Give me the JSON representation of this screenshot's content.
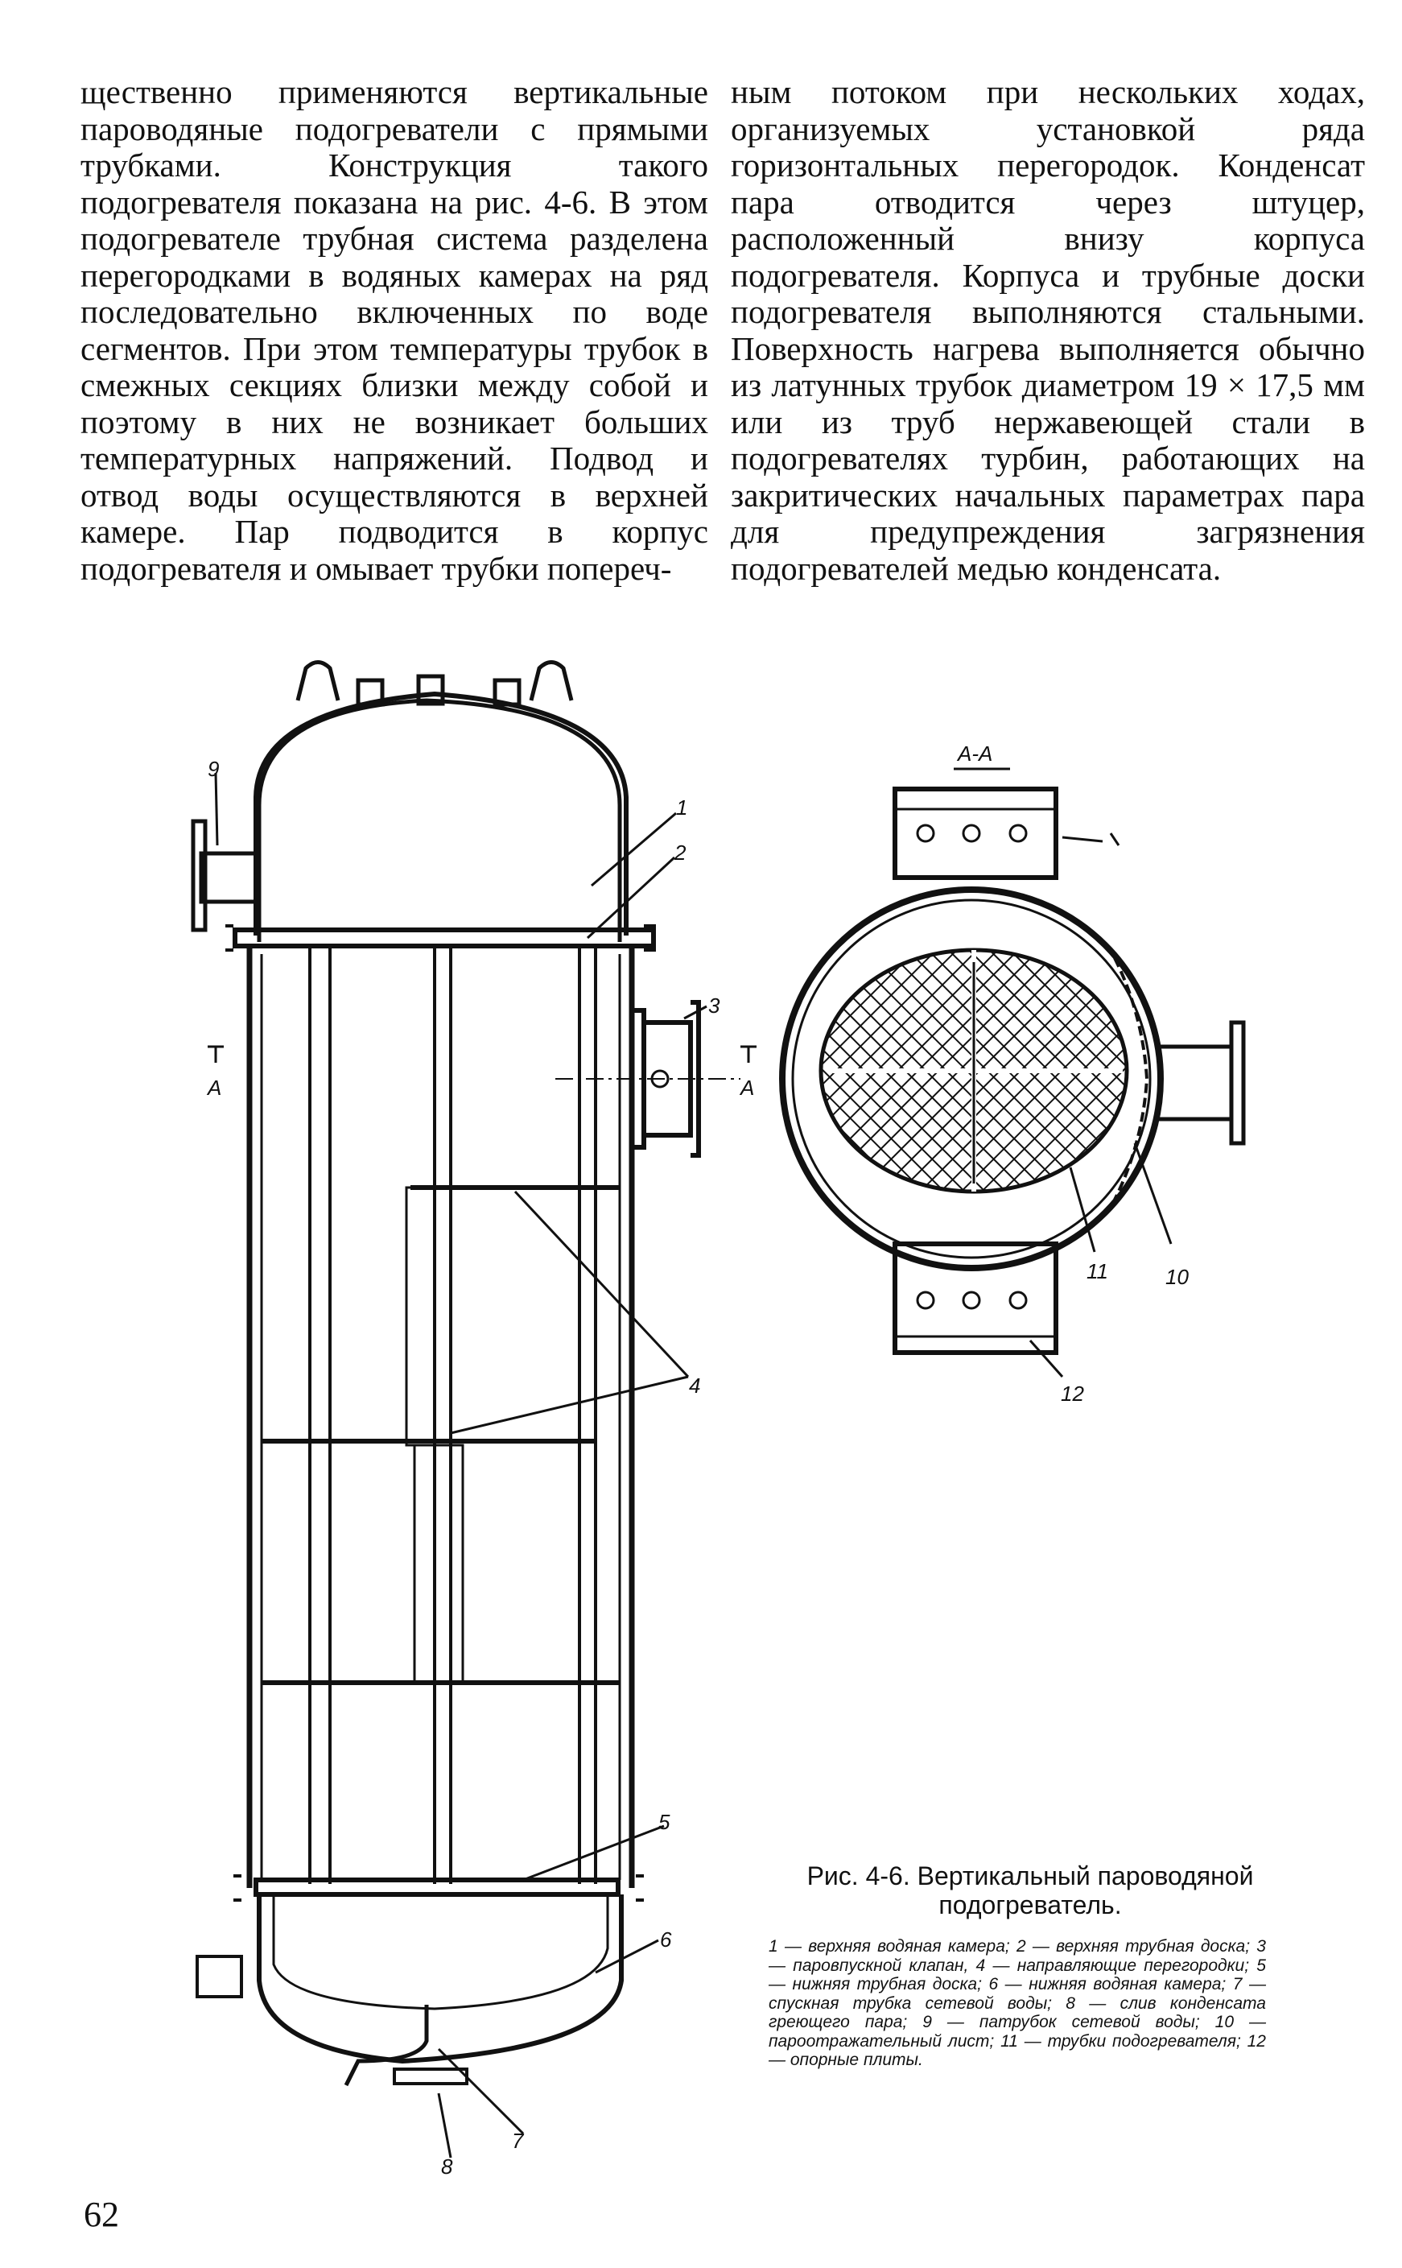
{
  "body_text": {
    "left_column": "щественно применяются вертикальные пароводяные подогреватели с прямыми трубками. Конструкция такого подогревателя показана на рис. 4-6. В этом подогревателе трубная система разделена перегородками в водяных камерах на ряд последовательно включенных по воде сегментов. При этом температуры трубок в смежных секциях близки между собой и поэтому в них не возникает больших температурных напряжений. Подвод и отвод воды осуществляются в верхней камере. Пар подводится в корпус подогревателя и омывает трубки попереч-",
    "right_column": "ным потоком при нескольких ходах, организуемых установкой ряда горизонтальных перегородок. Конденсат пара отводится через штуцер, расположенный внизу корпуса подогревателя. Корпуса и трубные доски подогревателя выполняются стальными. Поверхность нагрева выполняется обычно из латунных трубок диаметром 19 × 17,5 мм или из труб нержавеющей стали в подогревателях турбин, работающих на закритических начальных параметрах пара для предупреждения загрязнения подогревателей медью конденсата."
  },
  "figure": {
    "section_label": "А-А",
    "section_marker": "А",
    "callouts": [
      "1",
      "2",
      "3",
      "4",
      "5",
      "6",
      "7",
      "8",
      "9",
      "10",
      "11",
      "12"
    ],
    "caption": "Рис. 4-6. Вертикальный пароводяной подогреватель.",
    "legend": "1 — верхняя водяная камера; 2 — верхняя трубная доска; 3 — паровпускной клапан, 4 — направляющие перегородки; 5 — нижняя трубная доска; 6 — нижняя водяная камера; 7 — спускная трубка сетевой воды; 8 — слив конденсата греющего пара; 9 — патрубок сетевой воды; 10 — пароотражательный лист; 11 — трубки подогревателя; 12 — опорные плиты."
  },
  "page_number": "62"
}
